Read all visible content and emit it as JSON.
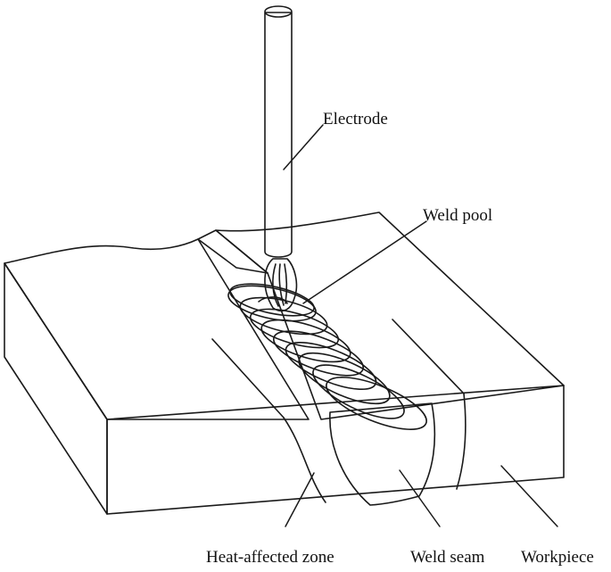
{
  "labels": {
    "electrode": "Electrode",
    "weld_pool": "Weld pool",
    "heat_affected_zone": "Heat-affected zone",
    "weld_seam": "Weld seam",
    "workpiece": "Workpiece"
  },
  "colors": {
    "workpiece_top": "#e6f1f7",
    "workpiece_front": "#dbe9f3",
    "workpiece_side": "#c9dded",
    "weld_metal": "#efd5c0",
    "electrode_fill": "#dfe7ee",
    "outline": "#1a1a1a"
  }
}
